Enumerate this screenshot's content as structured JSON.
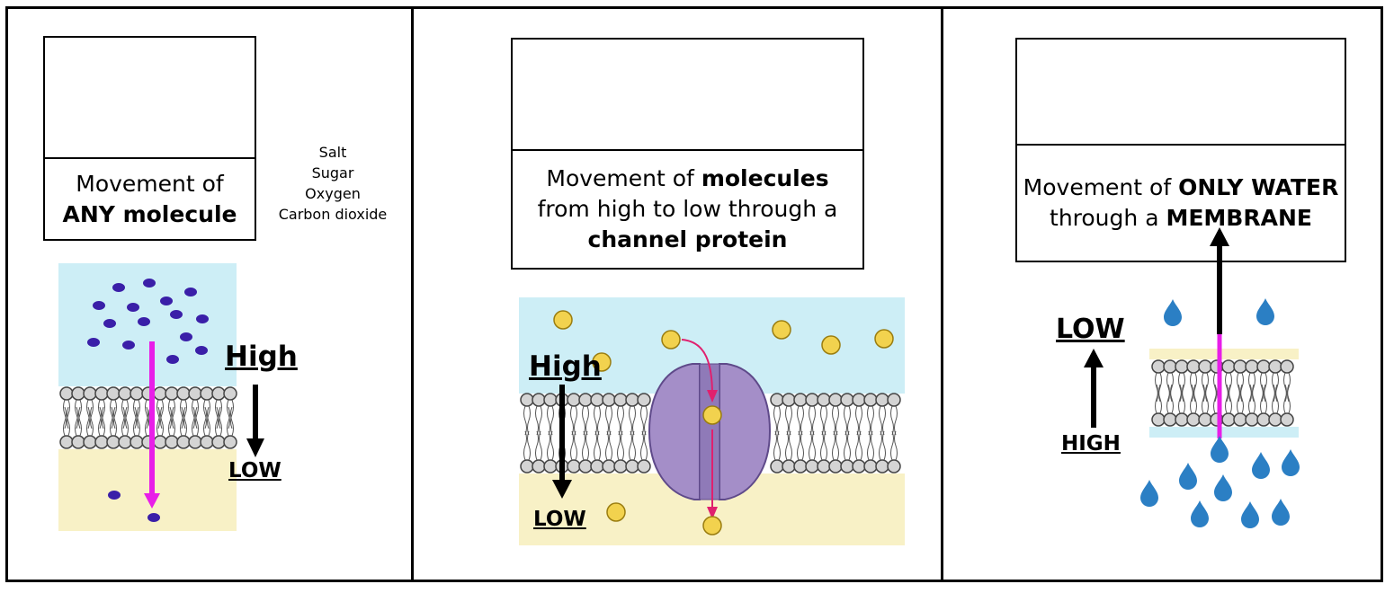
{
  "panels": [
    {
      "description_parts": [
        {
          "text": "Movement of ",
          "bold": false
        },
        {
          "text": "ANY molecule",
          "bold": true
        }
      ],
      "examples": [
        "Salt",
        "Sugar",
        "Oxygen",
        "Carbon dioxide"
      ],
      "high_label": "High",
      "low_label": "LOW"
    },
    {
      "description_parts": [
        {
          "text": "Movement of ",
          "bold": false
        },
        {
          "text": "molecules",
          "bold": true
        },
        {
          "text": " from high to low through a ",
          "bold": false
        },
        {
          "text": "channel protein",
          "bold": true
        }
      ],
      "high_label": "High",
      "low_label": "LOW"
    },
    {
      "description_parts": [
        {
          "text": "Movement of ",
          "bold": false
        },
        {
          "text": "ONLY WATER",
          "bold": true
        },
        {
          "text": " through a ",
          "bold": false
        },
        {
          "text": "MEMBRANE",
          "bold": true
        }
      ],
      "low_label": "LOW",
      "high_label": "HIGH"
    }
  ],
  "colors": {
    "outside_fluid": "#cdeef6",
    "inside_fluid": "#f8f1c6",
    "molecule_purple": "#3a1fa8",
    "molecule_yellow": "#f2d24e",
    "arrow_magenta": "#e81ee8",
    "channel_protein": "#a48ec8",
    "water_drop": "#2b7fc4"
  }
}
